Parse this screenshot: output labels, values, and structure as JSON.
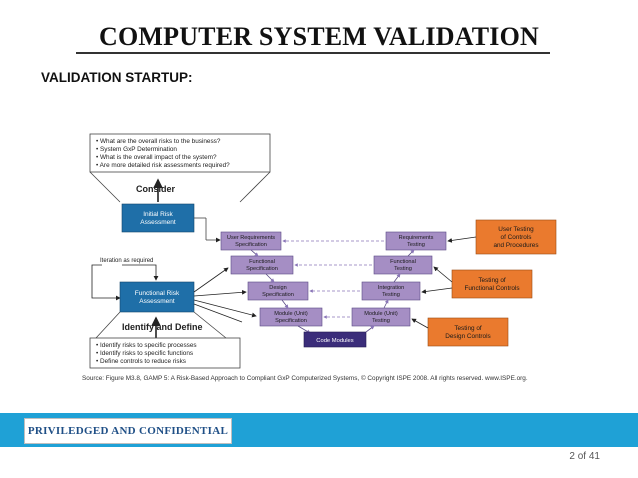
{
  "slide": {
    "title": "COMPUTER SYSTEM VALIDATION",
    "subtitle": "VALIDATION STARTUP:",
    "footer_label": "PRIVILEDGED AND CONFIDENTIAL",
    "page_number": "2",
    "page_of": "of 41"
  },
  "diagram": {
    "consider_bullets": [
      "What are the overall risks to the business?",
      "System GxP Determination",
      "What is the overall impact of the system?",
      "Are more detailed risk assessments required?"
    ],
    "consider_label": "Consider",
    "initial_risk": [
      "Initial Risk",
      "Assessment"
    ],
    "iteration_label": "Iteration as required",
    "functional_risk": [
      "Functional Risk",
      "Assessment"
    ],
    "identify_label": "Identify and Define",
    "identify_bullets": [
      "Identify risks to specific processes",
      "Identify risks to specific functions",
      "Define controls to reduce risks"
    ],
    "left_boxes": [
      [
        "User Requirements",
        "Specification"
      ],
      [
        "Functional",
        "Specification"
      ],
      [
        "Design",
        "Specification"
      ],
      [
        "Module (Unit)",
        "Specification"
      ]
    ],
    "right_boxes": [
      [
        "Requirements",
        "Testing"
      ],
      [
        "Functional",
        "Testing"
      ],
      [
        "Integration",
        "Testing"
      ],
      [
        "Module (Unit)",
        "Testing"
      ]
    ],
    "code_modules": "Code Modules",
    "orange_boxes": [
      [
        "User Testing",
        "of Controls",
        "and Procedures"
      ],
      [
        "Testing of",
        "Functional Controls"
      ],
      [
        "Testing of",
        "Design Controls"
      ]
    ],
    "caption": "Source: Figure M3.8, GAMP 5: A Risk-Based Approach to Compliant GxP Computerized Systems, © Copyright ISPE 2008. All rights reserved. www.ISPE.org."
  },
  "colors": {
    "footer_band": "#1fa1d6",
    "risk_box": "#1f6fa8",
    "spec_box": "#a58ec4",
    "code_box": "#3b2d7a",
    "control_box": "#ea7a2e",
    "footer_text": "#1f4f86"
  }
}
